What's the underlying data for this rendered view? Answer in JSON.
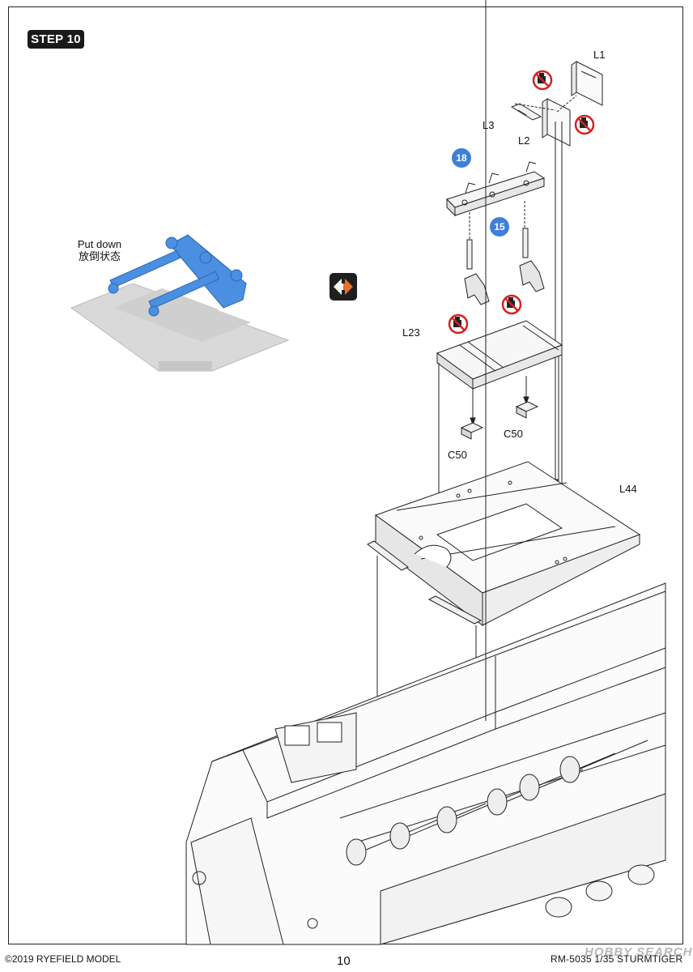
{
  "step": {
    "label": "STEP 10"
  },
  "put_down": {
    "en": "Put down",
    "zh": "放倒状态"
  },
  "parts": {
    "L1": "L1",
    "L2": "L2",
    "L3": "L3",
    "L23": "L23",
    "L44": "L44",
    "C50_left": "C50",
    "C50_right": "C50"
  },
  "badges": {
    "b18": "18",
    "b15": "15"
  },
  "colors": {
    "accent_blue": "#3f7fd9",
    "part_blue": "#4a8fe0",
    "orange": "#e8702a",
    "no_glue_red": "#d62020"
  },
  "icons": {
    "no_glue": "no-glue-icon",
    "swap": "alternate-option-icon"
  },
  "footer": {
    "copyright": "©2019 RYEFIELD MODEL",
    "page": "10",
    "product": "RM-5035 1/35 STURMTIGER",
    "watermark": "HOBBY SEARCH"
  }
}
